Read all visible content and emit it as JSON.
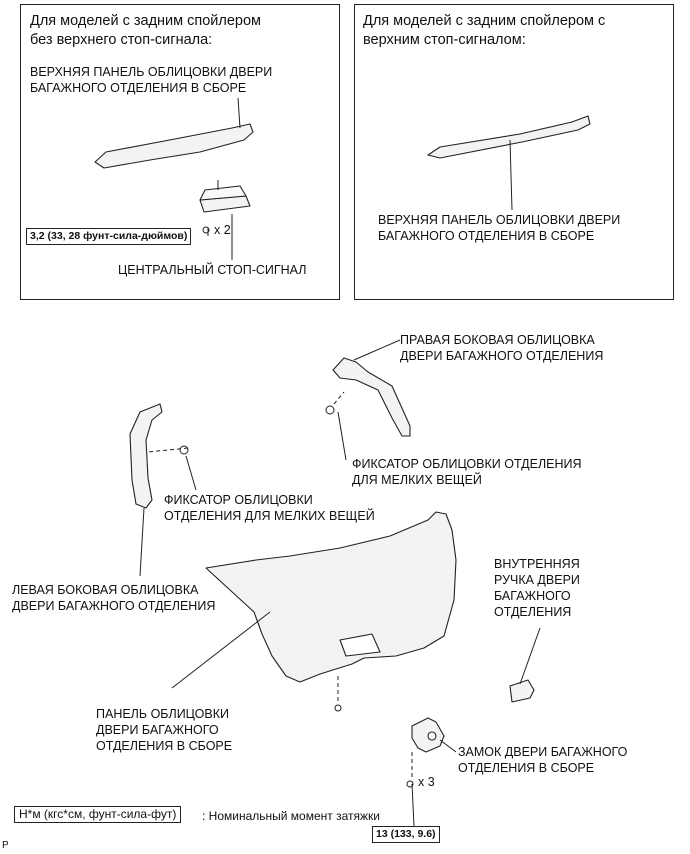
{
  "panels": {
    "left": {
      "heading_line1": "Для моделей с задним спойлером",
      "heading_line2": "без верхнего стоп-сигнала:",
      "upper_panel_label_line1": "ВЕРХНЯЯ ПАНЕЛЬ ОБЛИЦОВКИ ДВЕРИ",
      "upper_panel_label_line2": "БАГАЖНОГО ОТДЕЛЕНИЯ В СБОРЕ",
      "torque_tag": "3,2 (33, 28 фунт-сила-дюймов)",
      "quantity": "x 2",
      "center_stop_label": "ЦЕНТРАЛЬНЫЙ СТОП-СИГНАЛ"
    },
    "right": {
      "heading_line1": "Для моделей с задним спойлером с",
      "heading_line2": "верхним стоп-сигналом:",
      "upper_panel_label_line1": "ВЕРХНЯЯ ПАНЕЛЬ ОБЛИЦОВКИ ДВЕРИ",
      "upper_panel_label_line2": "БАГАЖНОГО ОТДЕЛЕНИЯ В СБОРЕ"
    }
  },
  "labels": {
    "right_side_trim_line1": "ПРАВАЯ БОКОВАЯ ОБЛИЦОВКА",
    "right_side_trim_line2": "ДВЕРИ БАГАЖНОГО ОТДЕЛЕНИЯ",
    "clip_right_line1": "ФИКСАТОР ОБЛИЦОВКИ ОТДЕЛЕНИЯ",
    "clip_right_line2": "ДЛЯ МЕЛКИХ ВЕЩЕЙ",
    "clip_left_line1": "ФИКСАТОР ОБЛИЦОВКИ",
    "clip_left_line2": "ОТДЕЛЕНИЯ ДЛЯ МЕЛКИХ ВЕЩЕЙ",
    "left_side_trim_line1": "ЛЕВАЯ БОКОВАЯ ОБЛИЦОВКА",
    "left_side_trim_line2": "ДВЕРИ БАГАЖНОГО ОТДЕЛЕНИЯ",
    "inner_handle_line1": "ВНУТРЕННЯЯ",
    "inner_handle_line2": "РУЧКА ДВЕРИ",
    "inner_handle_line3": "БАГАЖНОГО",
    "inner_handle_line4": "ОТДЕЛЕНИЯ",
    "door_panel_line1": "ПАНЕЛЬ ОБЛИЦОВКИ",
    "door_panel_line2": "ДВЕРИ БАГАЖНОГО",
    "door_panel_line3": "ОТДЕЛЕНИЯ В СБОРЕ",
    "lock_line1": "ЗАМОК ДВЕРИ БАГАЖНОГО",
    "lock_line2": "ОТДЕЛЕНИЯ В СБОРЕ",
    "lock_quantity": "x 3"
  },
  "legend": {
    "unit_tag": "Н*м (кгс*см, фунт-сила-фут)",
    "description": ": Номинальный момент затяжки",
    "lock_torque": "13 (133, 9.6)"
  },
  "corner_mark": "P"
}
